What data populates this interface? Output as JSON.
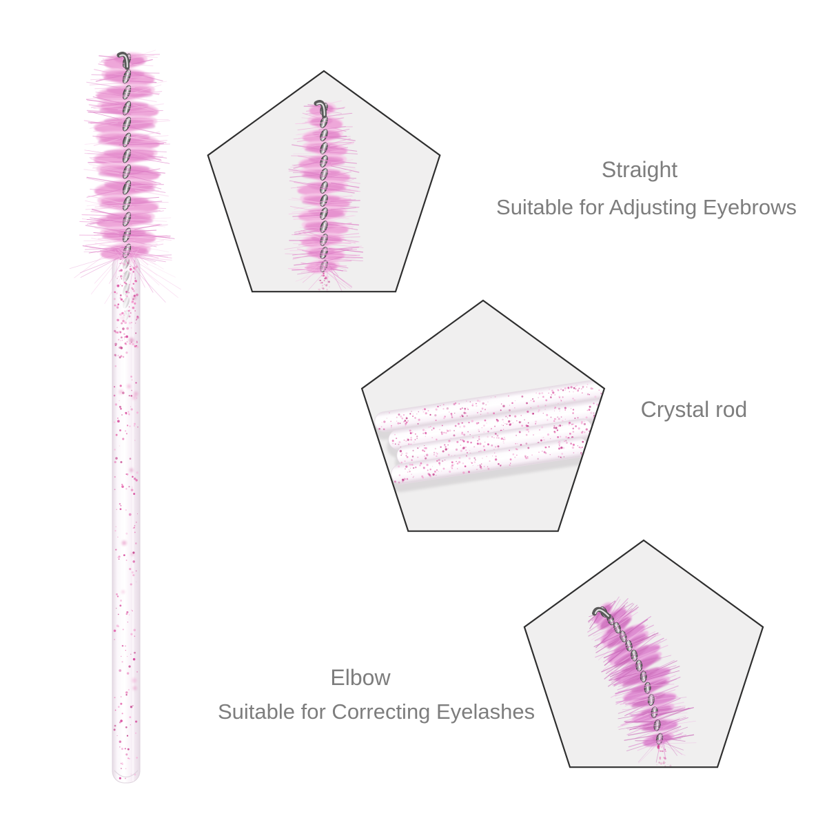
{
  "labels": {
    "straight": {
      "title": "Straight",
      "subtitle": "Suitable for Adjusting Eyebrows"
    },
    "crystal_rod": {
      "title": "Crystal rod"
    },
    "elbow": {
      "title": "Elbow",
      "subtitle": "Suitable for Correcting Eyelashes"
    }
  },
  "colors": {
    "background": "#ffffff",
    "text": "#7d7d7d",
    "pentagon_fill": "#f0efef",
    "pentagon_border": "#2e2e2e",
    "bristle_base": "#eda4d8",
    "bristle_light": "#f7c9e9",
    "bristle_deep": "#dd7ec6",
    "elbow_bristle_base": "#dc8bd0",
    "elbow_bristle_light": "#eeb5e3",
    "elbow_bristle_deep": "#c765b6",
    "wire_dark": "#4a4a4a",
    "wire_light": "#e9e9e9",
    "rod_edge": "#e5dae4",
    "rod_center": "#ffffff",
    "glitter_palette": [
      "#d6439a",
      "#e668ae",
      "#ef8cc5",
      "#f6b1da",
      "#c13585"
    ]
  }
}
